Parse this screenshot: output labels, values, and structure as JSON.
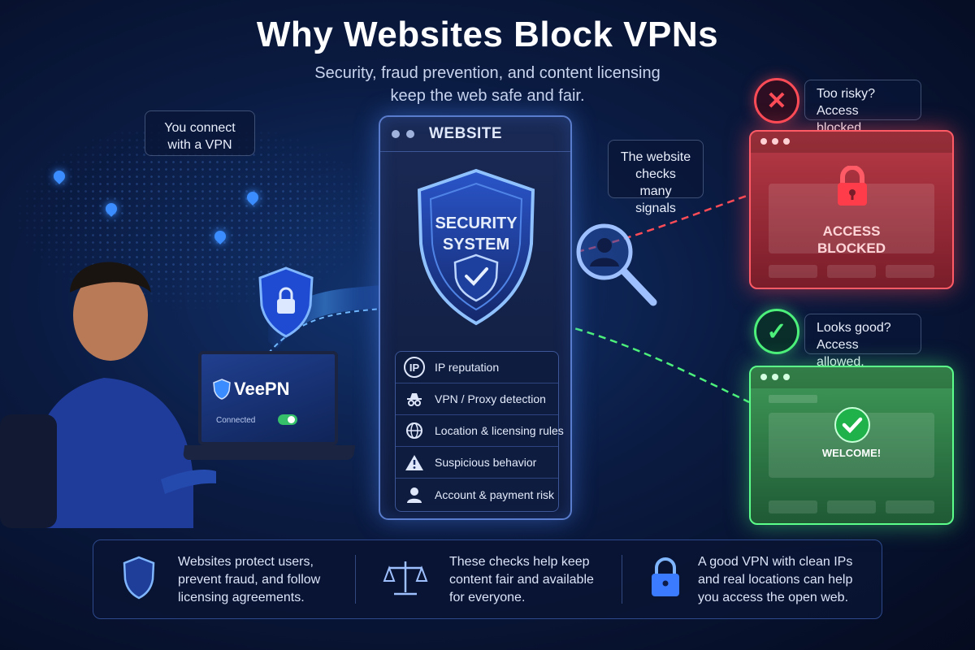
{
  "title": "Why Websites Block VPNs",
  "subtitle_line1": "Security, fraud prevention, and content licensing",
  "subtitle_line2": "keep the web safe and fair.",
  "connect_bubble": {
    "line1": "You connect",
    "line2": "with a VPN"
  },
  "checks_bubble": {
    "line1": "The website",
    "line2": "checks many",
    "line3": "signals"
  },
  "website": {
    "label": "WEBSITE",
    "shield_line1": "SECURITY",
    "shield_line2": "SYSTEM",
    "signals": [
      {
        "icon": "IP",
        "label": "IP reputation"
      },
      {
        "icon": "spy-icon",
        "label": "VPN / Proxy detection"
      },
      {
        "icon": "globe-icon",
        "label": "Location & licensing rules"
      },
      {
        "icon": "warning-icon",
        "label": "Suspicious behavior"
      },
      {
        "icon": "user-icon",
        "label": "Account & payment risk"
      }
    ]
  },
  "laptop": {
    "brand": "VeePN",
    "status": "Connected"
  },
  "blocked": {
    "bubble_line1": "Too risky?",
    "bubble_line2": "Access blocked.",
    "card_line1": "ACCESS",
    "card_line2": "BLOCKED"
  },
  "allowed": {
    "bubble_line1": "Looks good?",
    "bubble_line2": "Access allowed.",
    "card_text": "WELCOME!"
  },
  "bottom": [
    {
      "icon": "shield-icon",
      "line1": "Websites protect users,",
      "line2": "prevent fraud, and follow",
      "line3": "licensing agreements."
    },
    {
      "icon": "scales-icon",
      "line1": "These checks help keep",
      "line2": "content fair and available",
      "line3": "for everyone."
    },
    {
      "icon": "lock-icon",
      "line1": "A good VPN with clean IPs",
      "line2": "and real locations can help",
      "line3": "you access the open web."
    }
  ],
  "colors": {
    "blocked": "#ff4c57",
    "allowed": "#4cf07a",
    "accent": "#3b8dff"
  }
}
